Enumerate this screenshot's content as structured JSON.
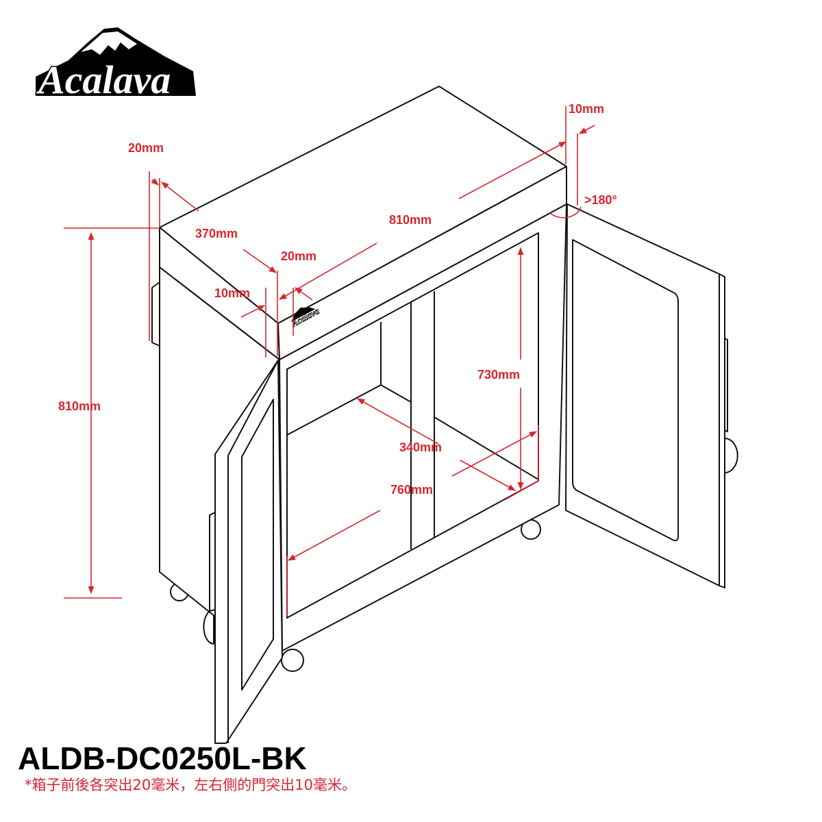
{
  "brand": {
    "logo_text": "Acalava"
  },
  "model": "ALDB-DC0250L-BK",
  "note": "*箱子前後各突出20毫米，左右側的門突出10毫米。",
  "dimensions": {
    "height_total": "810mm",
    "top_overhang_back": "20mm",
    "top_depth": "370mm",
    "top_overhang_front": "20mm",
    "door_protrusion_left": "10mm",
    "top_width": "810mm",
    "door_protrusion_right": "10mm",
    "door_angle": ">180°",
    "inner_height": "730mm",
    "inner_depth": "340mm",
    "inner_width": "760mm"
  },
  "colors": {
    "dimension": "#d8262e",
    "line": "#111111"
  }
}
